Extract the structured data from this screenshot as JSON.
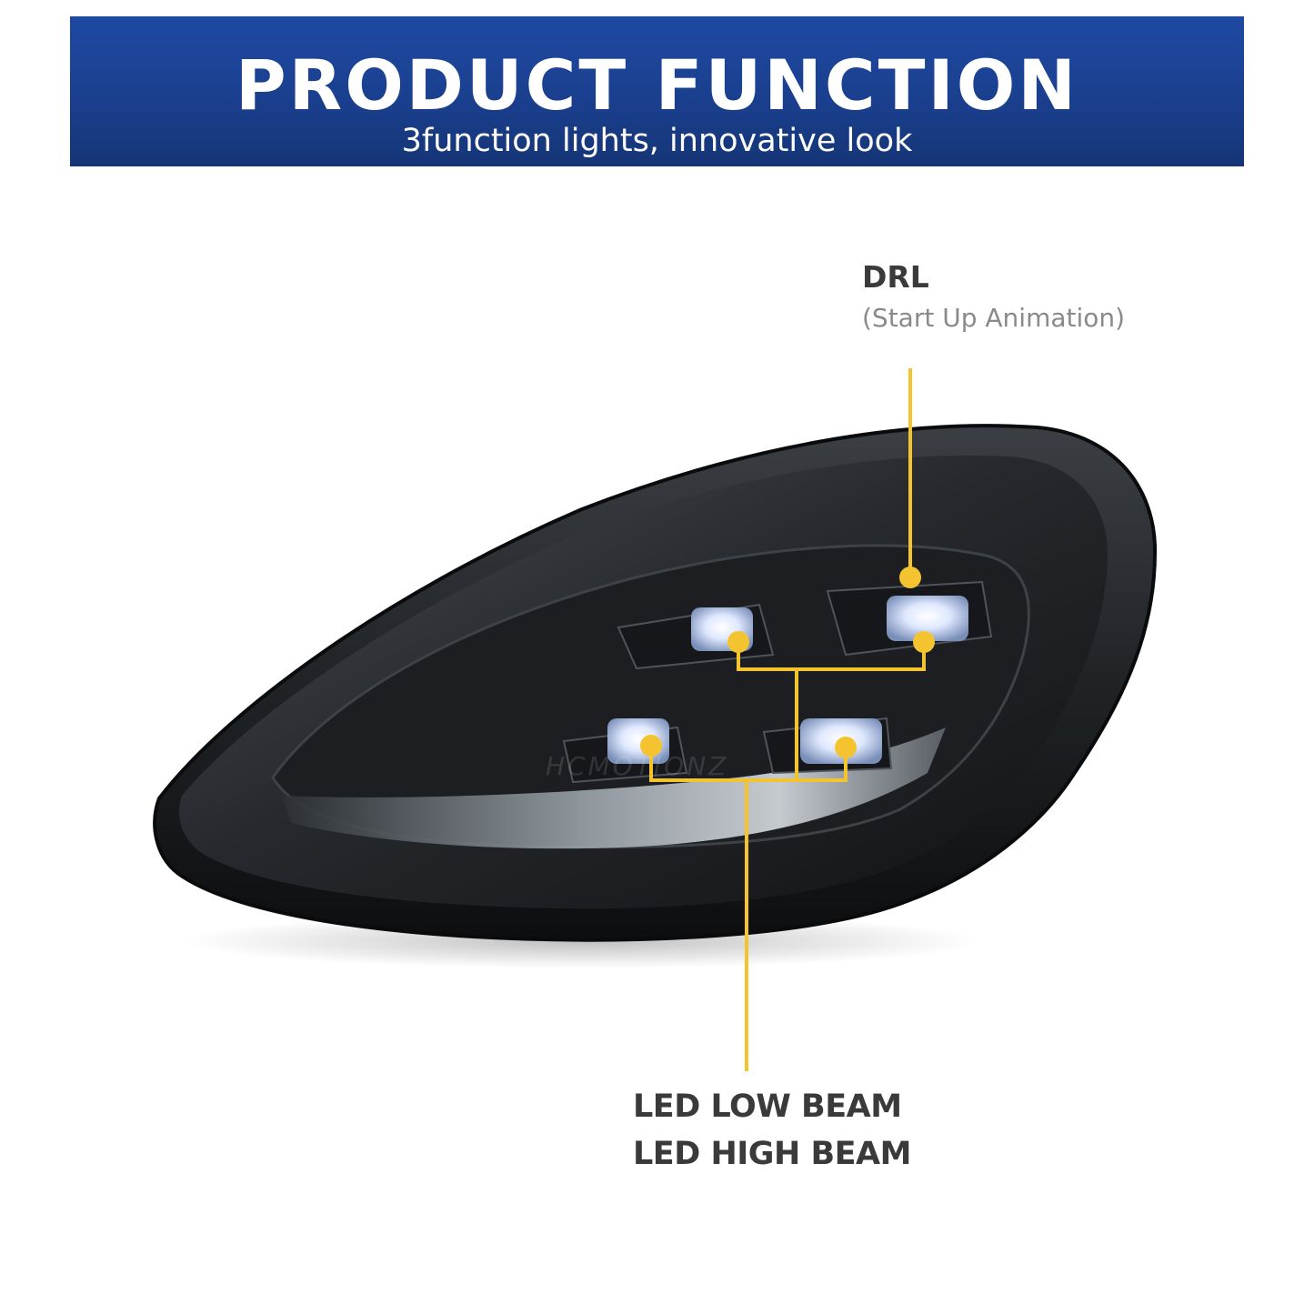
{
  "header": {
    "title": "PRODUCT FUNCTION",
    "subtitle": "3function lights, innovative look"
  },
  "callouts": {
    "drl_label": "DRL",
    "drl_sublabel": "(Start Up Animation)",
    "low_beam_label": "LED LOW BEAM",
    "high_beam_label": "LED HIGH BEAM"
  },
  "colors": {
    "banner_blue": "#1a3f8e",
    "callout_yellow": "#f4c430",
    "text_dark": "#3a3a3a",
    "text_gray": "#8a8a8a"
  },
  "watermark": "HCMOTIONZ"
}
